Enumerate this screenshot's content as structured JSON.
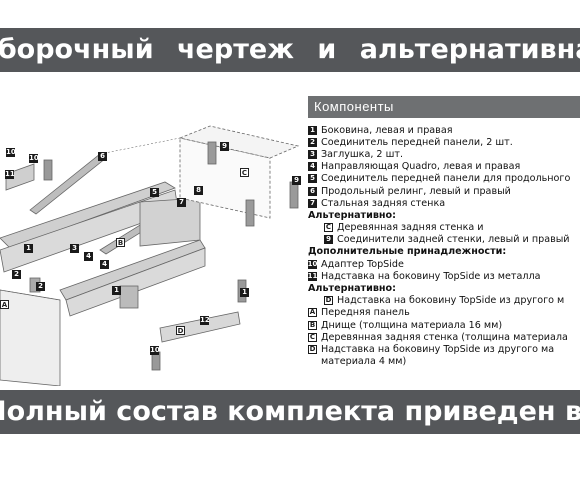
{
  "banners": {
    "top": "Сборочный чертеж и альтернативная комплектация",
    "bottom": "Полный состав комплекта приведен в описании товара"
  },
  "legend": {
    "title": "Компоненты",
    "rows": [
      {
        "marker": "1",
        "style": "solid",
        "text": "Боковина, левая и правая",
        "kind": "item"
      },
      {
        "marker": "2",
        "style": "solid",
        "text": "Соединитель передней панели, 2 шт.",
        "kind": "item"
      },
      {
        "marker": "3",
        "style": "solid",
        "text": "Заглушка, 2 шт.",
        "kind": "item"
      },
      {
        "marker": "4",
        "style": "solid",
        "text": "Направляющая Quadro, левая и правая",
        "kind": "item"
      },
      {
        "marker": "5",
        "style": "solid",
        "text": "Соединитель передней панели для продольного",
        "kind": "item"
      },
      {
        "marker": "6",
        "style": "solid",
        "text": "Продольный релинг, левый и правый",
        "kind": "item"
      },
      {
        "marker": "7",
        "style": "solid",
        "text": "Стальная задняя стенка",
        "kind": "item"
      },
      {
        "marker": "",
        "style": "",
        "text": "Альтернативно:",
        "kind": "heading"
      },
      {
        "marker": "C",
        "style": "outline",
        "text": "Деревянная задняя стенка и",
        "kind": "indent"
      },
      {
        "marker": "9",
        "style": "solid",
        "text": "Соединители задней стенки, левый и правый",
        "kind": "indent"
      },
      {
        "marker": "",
        "style": "",
        "text": "Дополнительные принадлежности:",
        "kind": "heading"
      },
      {
        "marker": "10",
        "style": "solid",
        "text": "Адаптер TopSide",
        "kind": "item"
      },
      {
        "marker": "11",
        "style": "solid",
        "text": "Надставка на боковину TopSide из металла",
        "kind": "item"
      },
      {
        "marker": "",
        "style": "",
        "text": "Альтернативно:",
        "kind": "heading"
      },
      {
        "marker": "D",
        "style": "outline",
        "text": "Надставка на боковину TopSide из другого м",
        "kind": "indent"
      },
      {
        "marker": "A",
        "style": "outline",
        "text": "Передняя панель",
        "kind": "item"
      },
      {
        "marker": "B",
        "style": "outline",
        "text": "Днище (толщина материала 16 мм)",
        "kind": "item"
      },
      {
        "marker": "C",
        "style": "outline",
        "text": "Деревянная задняя стенка (толщина материала",
        "kind": "item"
      },
      {
        "marker": "D",
        "style": "outline",
        "text": "Надставка на боковину TopSide из другого ма",
        "kind": "item"
      },
      {
        "marker": "",
        "style": "",
        "text": "материала 4 мм)",
        "kind": "cont"
      }
    ]
  },
  "drawing": {
    "callouts": [
      {
        "label": "10",
        "style": "solid"
      },
      {
        "label": "10",
        "style": "solid"
      },
      {
        "label": "11",
        "style": "solid"
      },
      {
        "label": "6",
        "style": "solid"
      },
      {
        "label": "5",
        "style": "solid"
      },
      {
        "label": "7",
        "style": "solid"
      },
      {
        "label": "9",
        "style": "solid"
      },
      {
        "label": "C",
        "style": "outline"
      },
      {
        "label": "8",
        "style": "solid"
      },
      {
        "label": "9",
        "style": "solid"
      },
      {
        "label": "B",
        "style": "outline"
      },
      {
        "label": "4",
        "style": "solid"
      },
      {
        "label": "3",
        "style": "solid"
      },
      {
        "label": "1",
        "style": "solid"
      },
      {
        "label": "2",
        "style": "solid"
      },
      {
        "label": "2",
        "style": "solid"
      },
      {
        "label": "12",
        "style": "solid"
      },
      {
        "label": "D",
        "style": "outline"
      },
      {
        "label": "10",
        "style": "solid"
      },
      {
        "label": "A",
        "style": "outline"
      },
      {
        "label": "1",
        "style": "solid"
      },
      {
        "label": "1",
        "style": "solid"
      },
      {
        "label": "4",
        "style": "solid"
      }
    ]
  }
}
